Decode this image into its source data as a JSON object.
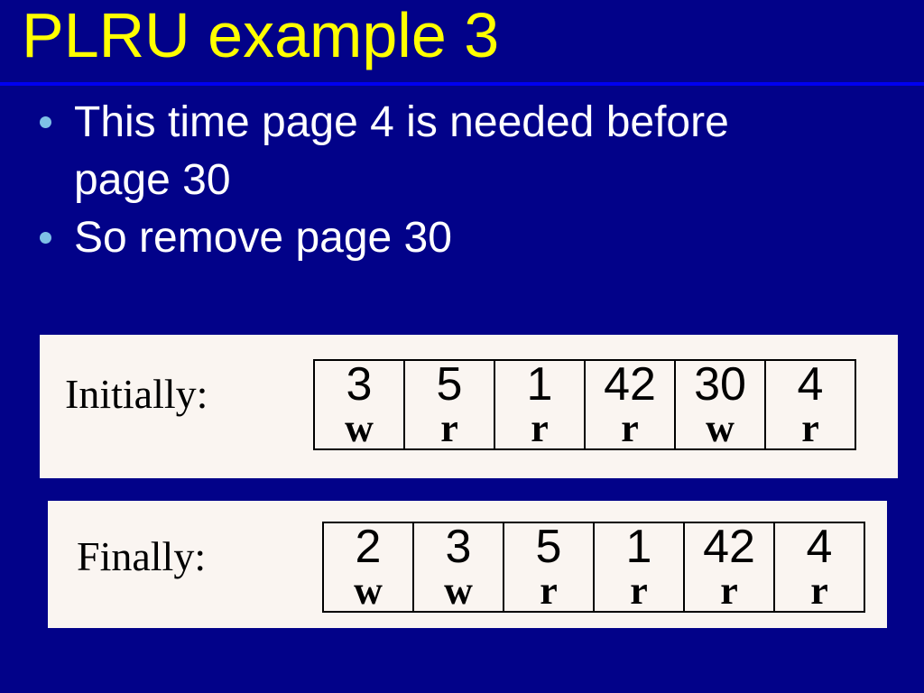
{
  "title": "PLRU example 3",
  "bullets": [
    {
      "text": "This time page 4 is needed before page 30"
    },
    {
      "text": "So remove page 30"
    }
  ],
  "panels": [
    {
      "label": "Initially:",
      "cells": [
        {
          "page": "3",
          "access": "w"
        },
        {
          "page": "5",
          "access": "r"
        },
        {
          "page": "1",
          "access": "r"
        },
        {
          "page": "42",
          "access": "r"
        },
        {
          "page": "30",
          "access": "w"
        },
        {
          "page": "4",
          "access": "r"
        }
      ]
    },
    {
      "label": "Finally:",
      "cells": [
        {
          "page": "2",
          "access": "w"
        },
        {
          "page": "3",
          "access": "w"
        },
        {
          "page": "5",
          "access": "r"
        },
        {
          "page": "1",
          "access": "r"
        },
        {
          "page": "42",
          "access": "r"
        },
        {
          "page": "4",
          "access": "r"
        }
      ]
    }
  ],
  "colors": {
    "background": "#020289",
    "title_text": "#FFFF00",
    "title_rule": "#0000F0",
    "bullet_dot": "#7EC0E6",
    "body_text": "#FFFFFF",
    "panel_background": "#FAF5F1",
    "table_border": "#000000",
    "table_text": "#000000"
  }
}
